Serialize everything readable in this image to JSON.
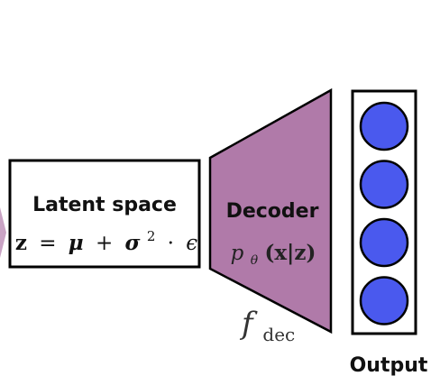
{
  "latent": {
    "title": "Latent space",
    "equation": {
      "z": "z",
      "eq": "=",
      "mu": "μ",
      "plus": "+",
      "sigma": "σ",
      "exp": "2",
      "dot": "·",
      "eps": "ϵ"
    }
  },
  "decoder": {
    "title": "Decoder",
    "formula": {
      "p": "p",
      "theta": "θ",
      "args": "(x|z)"
    },
    "function": {
      "f": "f",
      "sub": "dec"
    }
  },
  "output": {
    "label": "Output",
    "node_count": 4
  },
  "colors": {
    "decoder_fill": "#b07aa9",
    "node_fill": "#4a59ee",
    "stroke": "#000000",
    "partial_arrow": "#c9a3c4"
  }
}
